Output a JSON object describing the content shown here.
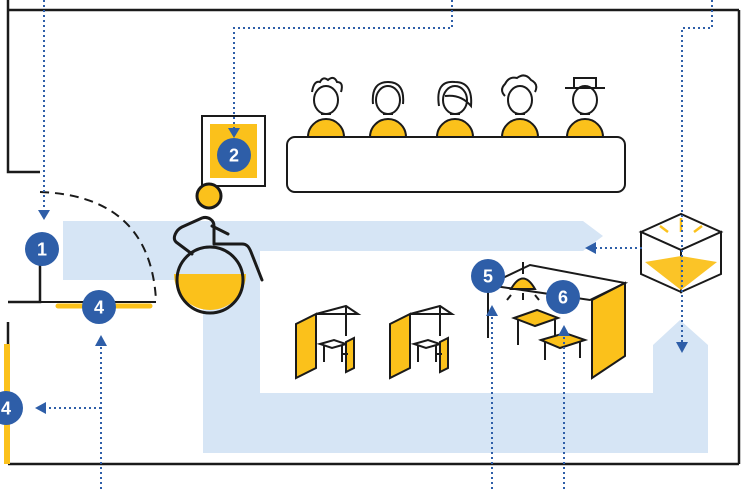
{
  "colors": {
    "path": "#d6e5f5",
    "accent": "#fbc11b",
    "badge": "#2e5ea8",
    "line": "#1a1a1a",
    "arrow": "#2e5ea8"
  },
  "markers": {
    "entrance_door": "1",
    "signage": "2",
    "tactile_strip_a": "4",
    "tactile_strip_b": "4",
    "lighting": "5",
    "accessible_table": "6"
  },
  "icons": {
    "wheelchair": "wheelchair-user-icon",
    "panel_people": [
      "person-curly-icon",
      "person-long-hair-icon",
      "person-wavy-hair-icon",
      "person-afro-icon",
      "person-hat-icon"
    ],
    "booth": "booth-icon",
    "lamp": "pendant-lamp-icon",
    "light_cube": "light-cube-icon"
  }
}
